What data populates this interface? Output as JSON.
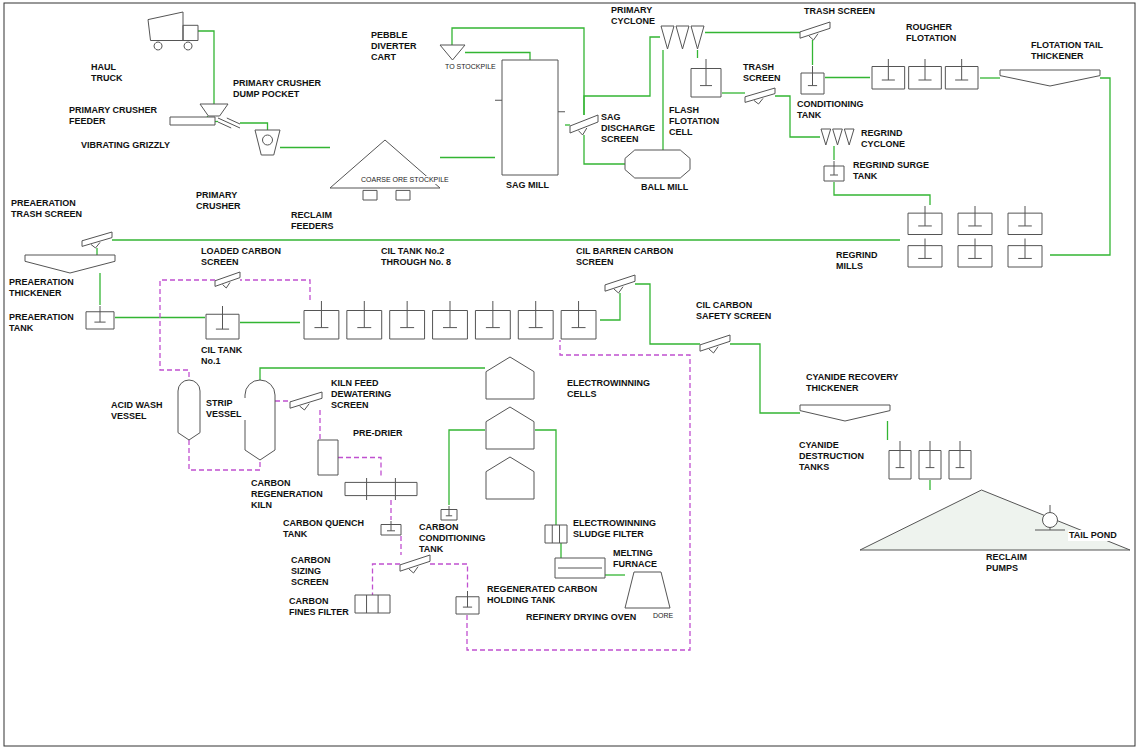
{
  "diagram": {
    "nodes": [
      {
        "text": [
          "HAUL TRUCK"
        ]
      },
      {
        "text": [
          "PRIMARY CRUSHER DUMP POCKET"
        ]
      },
      {
        "text": [
          "PRIMARY CRUSHER FEEDER"
        ]
      },
      {
        "text": [
          "VIBRATING GRIZZLY"
        ]
      },
      {
        "text": [
          "PRIMARY CRUSHER"
        ]
      },
      {
        "text": [
          "RECLAIM FEEDERS"
        ]
      },
      {
        "text": [
          "PEBBLE DIVERTER CART"
        ]
      },
      {
        "text": [
          "SAG MILL"
        ]
      },
      {
        "text": [
          "SAG DISCHARGE SCREEN"
        ]
      },
      {
        "text": [
          "PRIMARY CYCLONE"
        ]
      },
      {
        "text": [
          "FLASH FLOTATION CELL"
        ]
      },
      {
        "text": [
          "BALL MILL"
        ]
      },
      {
        "text": [
          "TRASH SCREEN"
        ]
      },
      {
        "text": [
          "CONDITIONING TANK"
        ]
      },
      {
        "text": [
          "ROUGHER FLOTATION"
        ]
      },
      {
        "text": [
          "FLOTATION TAIL THICKENER"
        ]
      },
      {
        "text": [
          "TRASH SCREEN"
        ]
      },
      {
        "text": [
          "REGRIND CYCLONE"
        ]
      },
      {
        "text": [
          "REGRIND SURGE TANK"
        ]
      },
      {
        "text": [
          "REGRIND MILLS"
        ]
      },
      {
        "text": [
          "PREAERATION TRASH SCREEN"
        ]
      },
      {
        "text": [
          "PREAERATION THICKENER"
        ]
      },
      {
        "text": [
          "PREAERATION TANK"
        ]
      },
      {
        "text": [
          "CIL TANK No.1"
        ]
      },
      {
        "text": [
          "LOADED CARBON SCREEN"
        ]
      },
      {
        "text": [
          "CIL TANK No.2 THROUGH No. 8"
        ]
      },
      {
        "text": [
          "CIL BARREN CARBON SCREEN"
        ]
      },
      {
        "text": [
          "CIL CARBON SAFETY SCREEN"
        ]
      },
      {
        "text": [
          "CYANIDE RECOVERY THICKENER"
        ]
      },
      {
        "text": [
          "CYANIDE DESTRUCTION TANKS"
        ]
      },
      {
        "text": [
          "TAIL POND"
        ]
      },
      {
        "text": [
          "RECLAIM PUMPS"
        ],
        "in": 30
      },
      {
        "text": [
          "ACID WASH VESSEL"
        ]
      },
      {
        "text": [
          "STRIP VESSEL"
        ]
      },
      {
        "text": [
          "KILN FEED DEWATERING SCREEN"
        ]
      },
      {
        "text": [
          "PRE-DRIER"
        ]
      },
      {
        "text": [
          "CARBON REGENERATION KILN"
        ]
      },
      {
        "text": [
          "CARBON QUENCH TANK"
        ]
      },
      {
        "text": [
          "CARBON SIZING SCREEN"
        ]
      },
      {
        "text": [
          "CARBON FINES FILTER"
        ]
      },
      {
        "text": [
          "REGENERATED CARBON HOLDING TANK"
        ]
      },
      {
        "text": [
          "ELECTROWINNING CELLS"
        ]
      },
      {
        "text": [
          "CARBON CONDITIONING TANK"
        ]
      },
      {
        "text": [
          "ELECTROWINNING SLUDGE FILTER"
        ]
      },
      {
        "text": [
          "REFINERY DRYING OVEN"
        ]
      },
      {
        "text": [
          "MELTING FURNACE"
        ]
      }
    ],
    "edges": [
      {
        "from": 0,
        "to": 1,
        "arrow": "none"
      },
      {
        "from": 1,
        "to": 2,
        "arrow": "none"
      },
      {
        "from": 2,
        "to": 3,
        "arrow": "none"
      },
      {
        "from": 3,
        "to": 4,
        "arrow": "none"
      },
      {
        "from": 4,
        "to": 5,
        "arrow": "none"
      },
      {
        "from": 5,
        "to": 7,
        "arrow": "none"
      },
      {
        "from": 7,
        "to": 8,
        "arrow": "none"
      },
      {
        "from": 8,
        "to": 6,
        "arrow": "none"
      },
      {
        "from": 6,
        "to": 7,
        "arrow": "none"
      },
      {
        "from": 8,
        "to": 9,
        "arrow": "none"
      },
      {
        "from": 9,
        "to": 10,
        "arrow": "none"
      },
      {
        "from": 9,
        "to": 11,
        "arrow": "none"
      },
      {
        "from": 11,
        "to": 8,
        "arrow": "none"
      },
      {
        "from": 9,
        "to": 12,
        "arrow": "none"
      },
      {
        "from": 12,
        "to": 13,
        "arrow": "none"
      },
      {
        "from": 13,
        "to": 14,
        "arrow": "none"
      },
      {
        "from": 14,
        "to": 15,
        "arrow": "none"
      },
      {
        "from": 10,
        "to": 16,
        "arrow": "none"
      },
      {
        "from": 16,
        "to": 17,
        "arrow": "none"
      },
      {
        "from": 17,
        "to": 18,
        "arrow": "none"
      },
      {
        "from": 18,
        "to": 19,
        "arrow": "none"
      },
      {
        "from": 15,
        "to": 19,
        "arrow": "none"
      },
      {
        "from": 19,
        "to": 20,
        "arrow": "none"
      },
      {
        "from": 20,
        "to": 21,
        "arrow": "none"
      },
      {
        "from": 21,
        "to": 22,
        "arrow": "none"
      },
      {
        "from": 22,
        "to": 23,
        "arrow": "none"
      },
      {
        "from": 23,
        "to": 25,
        "arrow": "none"
      },
      {
        "from": 25,
        "to": 26,
        "arrow": "none"
      },
      {
        "from": 26,
        "to": 27,
        "arrow": "none"
      },
      {
        "from": 27,
        "to": 28,
        "arrow": "none"
      },
      {
        "from": 28,
        "to": 29,
        "arrow": "none"
      },
      {
        "from": 29,
        "to": 30,
        "arrow": "none"
      },
      {
        "from": 25,
        "to": 24,
        "arrow": "none"
      },
      {
        "from": 24,
        "to": 32,
        "arrow": "none"
      },
      {
        "from": 32,
        "to": 33,
        "arrow": "none"
      },
      {
        "from": 33,
        "to": 41,
        "arrow": "none"
      },
      {
        "from": 33,
        "to": 34,
        "arrow": "none"
      },
      {
        "from": 34,
        "to": 35,
        "arrow": "none"
      },
      {
        "from": 35,
        "to": 36,
        "arrow": "none"
      },
      {
        "from": 36,
        "to": 37,
        "arrow": "none"
      },
      {
        "from": 37,
        "to": 38,
        "arrow": "none"
      },
      {
        "from": 38,
        "to": 39,
        "arrow": "none"
      },
      {
        "from": 38,
        "to": 40,
        "arrow": "none"
      },
      {
        "from": 40,
        "to": 25,
        "arrow": "none"
      },
      {
        "from": 41,
        "to": 42,
        "arrow": "none"
      },
      {
        "from": 41,
        "to": 43,
        "arrow": "none"
      },
      {
        "from": 43,
        "to": 44,
        "arrow": "none"
      },
      {
        "from": 44,
        "to": 45,
        "arrow": "none"
      }
    ],
    "labels": [
      "COARSE ORE STOCKPILE",
      "TO STOCKPILE",
      "DORE"
    ]
  }
}
